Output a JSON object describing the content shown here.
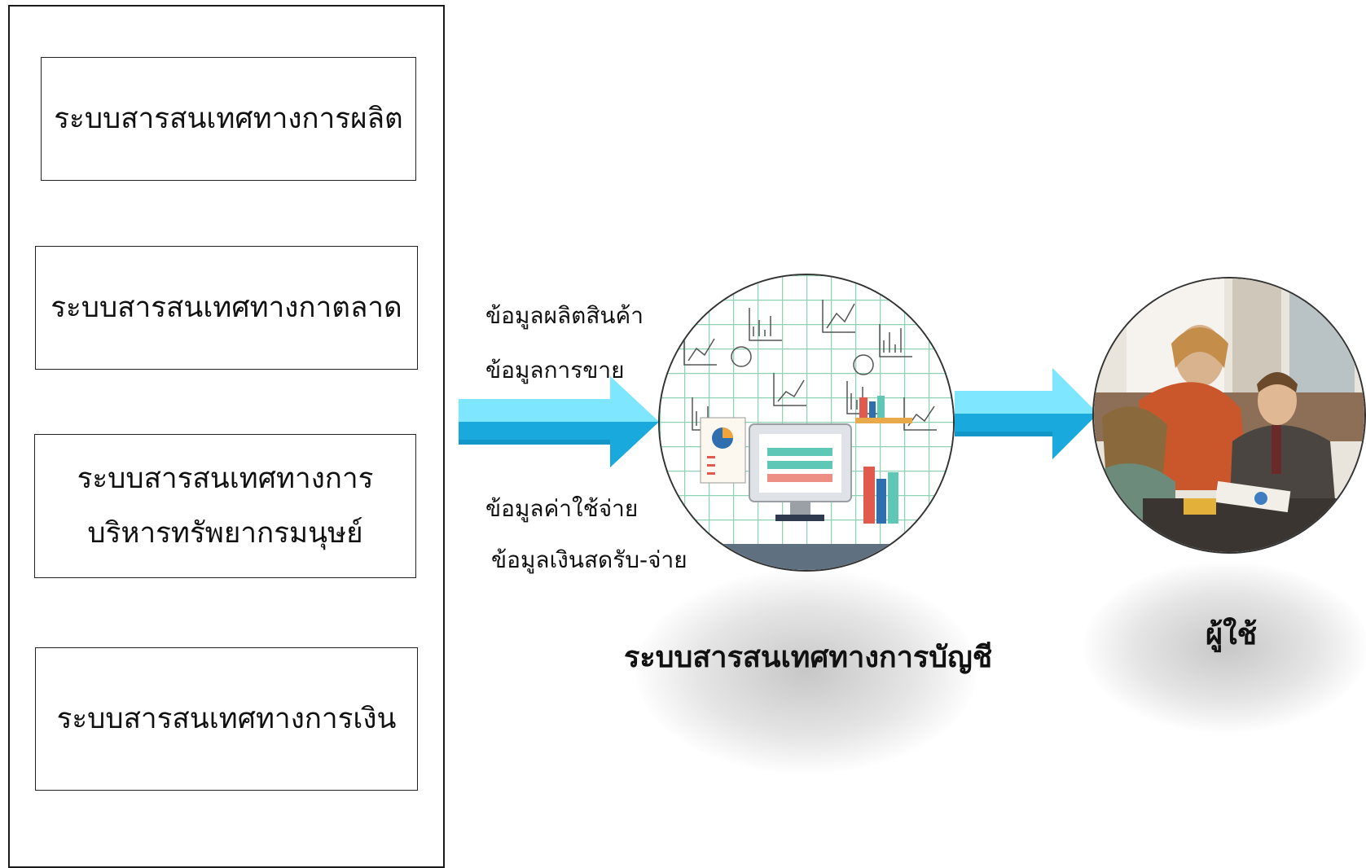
{
  "left_panel": {
    "boxes": [
      {
        "lines": [
          "ระบบสารสนเทศทางการผลิต"
        ]
      },
      {
        "lines": [
          "ระบบสารสนเทศทางกาตลาด"
        ]
      },
      {
        "lines": [
          "ระบบสารสนเทศทางการ",
          "บริหารทรัพยากรมนุษย์"
        ]
      },
      {
        "lines": [
          "ระบบสารสนเทศทางการเงิน"
        ]
      }
    ]
  },
  "inputs": {
    "top": [
      "ข้อมูลผลิตสินค้า",
      "ข้อมูลการขาย"
    ],
    "bottom": [
      "ข้อมูลค่าใช้จ่าย",
      "ข้อมูลเงินสดรับ-จ่าย"
    ]
  },
  "accounting_system": {
    "label": "ระบบสารสนเทศทางการบัญชี"
  },
  "user": {
    "label": "ผู้ใช้"
  },
  "colors": {
    "arrow_light": "#7fe6ff",
    "arrow_mid": "#22c4f2",
    "arrow_dark": "#1397c9",
    "grid_green": "#8fd1b3"
  },
  "icons": {
    "flow_arrow": "right-arrow-icon",
    "accounting_image": "accounting-computer-illustration",
    "user_image": "people-meeting-photo"
  }
}
